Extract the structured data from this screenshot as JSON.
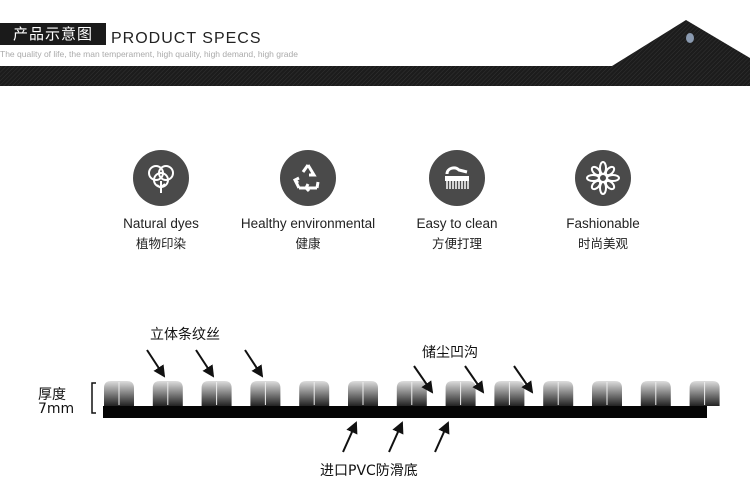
{
  "header": {
    "cn_title": "产品示意图",
    "en_title": "PRODUCT SPECS",
    "subtitle": "The quality of life, the man temperament, high quality, high demand, high grade"
  },
  "features": [
    {
      "icon": "tree-icon",
      "en": "Natural dyes",
      "zh": "植物印染"
    },
    {
      "icon": "recycle-icon",
      "en": "Healthy environmental",
      "zh": "健康"
    },
    {
      "icon": "brush-icon",
      "en": "Easy to clean",
      "zh": "方便打理"
    },
    {
      "icon": "flower-icon",
      "en": "Fashionable",
      "zh": "时尚美观"
    }
  ],
  "diagram": {
    "ridges_label": "立体条纹丝",
    "groove_label": "储尘凹沟",
    "base_label": "进口PVC防滑底",
    "thickness_label": "厚度",
    "thickness_value": "7mm"
  }
}
